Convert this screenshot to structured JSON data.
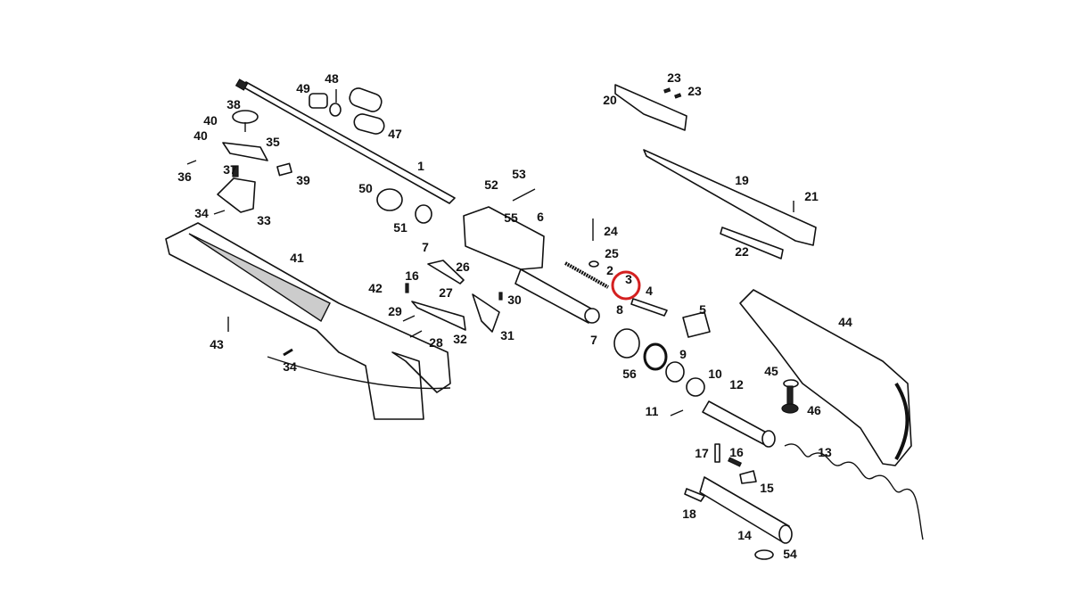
{
  "diagram": {
    "type": "exploded-parts-diagram",
    "highlight_color": "#d42020",
    "highlighted_part": "3",
    "labels": [
      "49",
      "48",
      "47",
      "38",
      "40",
      "40",
      "35",
      "36",
      "37",
      "39",
      "1",
      "34",
      "33",
      "50",
      "51",
      "52",
      "53",
      "55",
      "6",
      "24",
      "25",
      "2",
      "3",
      "4",
      "8",
      "5",
      "7",
      "26",
      "16",
      "27",
      "30",
      "42",
      "29",
      "28",
      "32",
      "31",
      "41",
      "43",
      "34",
      "7",
      "56",
      "9",
      "10",
      "12",
      "11",
      "45",
      "46",
      "44",
      "13",
      "17",
      "16",
      "15",
      "18",
      "14",
      "54",
      "23",
      "23",
      "20",
      "19",
      "21",
      "22"
    ]
  }
}
